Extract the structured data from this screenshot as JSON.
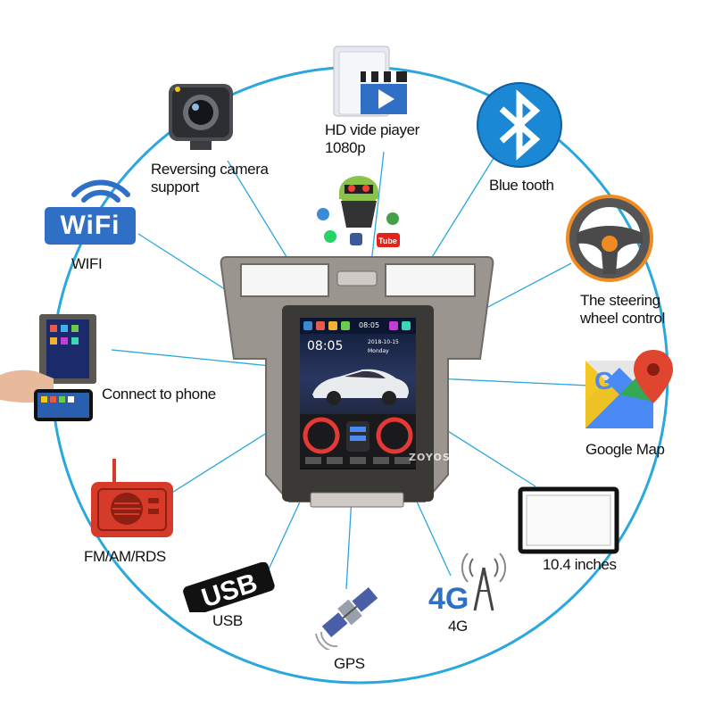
{
  "features": {
    "hd_video": {
      "line1": "HD vide piayer",
      "line2": "1080p",
      "icon": "video-clapper-icon"
    },
    "bluetooth": {
      "label": "Blue tooth",
      "icon": "bluetooth-icon"
    },
    "camera": {
      "line1": "Reversing camera",
      "line2": "support",
      "icon": "camera-icon"
    },
    "wifi": {
      "badge": "WiFi",
      "label": "WIFI",
      "icon": "wifi-icon"
    },
    "steering": {
      "line1": "The steering",
      "line2": "wheel control",
      "icon": "steering-wheel-icon"
    },
    "phone": {
      "label": "Connect to phone",
      "icon": "phone-mirror-icon"
    },
    "google_map": {
      "label": "Google Map",
      "badge_letter": "G",
      "icon": "google-maps-icon"
    },
    "radio": {
      "label": "FM/AM/RDS",
      "icon": "radio-icon"
    },
    "screen_size": {
      "label": "10.4 inches",
      "icon": "screen-frame-icon"
    },
    "usb": {
      "badge": "USB",
      "label": "USB",
      "icon": "usb-icon"
    },
    "gps": {
      "label": "GPS",
      "icon": "satellite-icon"
    },
    "fourg": {
      "badge": "4G",
      "label": "4G",
      "icon": "antenna-icon"
    },
    "android": {
      "icon": "android-apps-icon",
      "tube_badge": "Tube"
    }
  },
  "head_unit": {
    "status_time": "08:05",
    "clock": "08:05",
    "date": "2018-10-15",
    "weekday": "Monday"
  },
  "watermark": "ZOYOSKII",
  "colors": {
    "ring": "#2aa7de",
    "bluetooth": "#1b88d6",
    "wifi_badge": "#2f6fc6",
    "radio": "#d63b2a",
    "steering": "#f08b22",
    "bezel": "#9b9590"
  }
}
